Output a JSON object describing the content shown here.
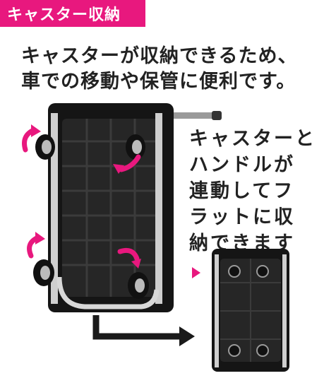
{
  "banner": {
    "label": "キャスター収納",
    "color": "#e8187e"
  },
  "headline": {
    "lines": [
      "キャスターが収納できるため、",
      "車での移動や保管に便利です。"
    ]
  },
  "side_note": {
    "lines": [
      "キャスターと",
      "ハンドルが",
      "連動してフ",
      "ラットに収",
      "納できます"
    ]
  },
  "icons": {
    "rotate_arrow": "curved-arrow-icon",
    "pointer": "triangle-pointer-icon",
    "flow_arrow": "elbow-arrow-icon"
  }
}
